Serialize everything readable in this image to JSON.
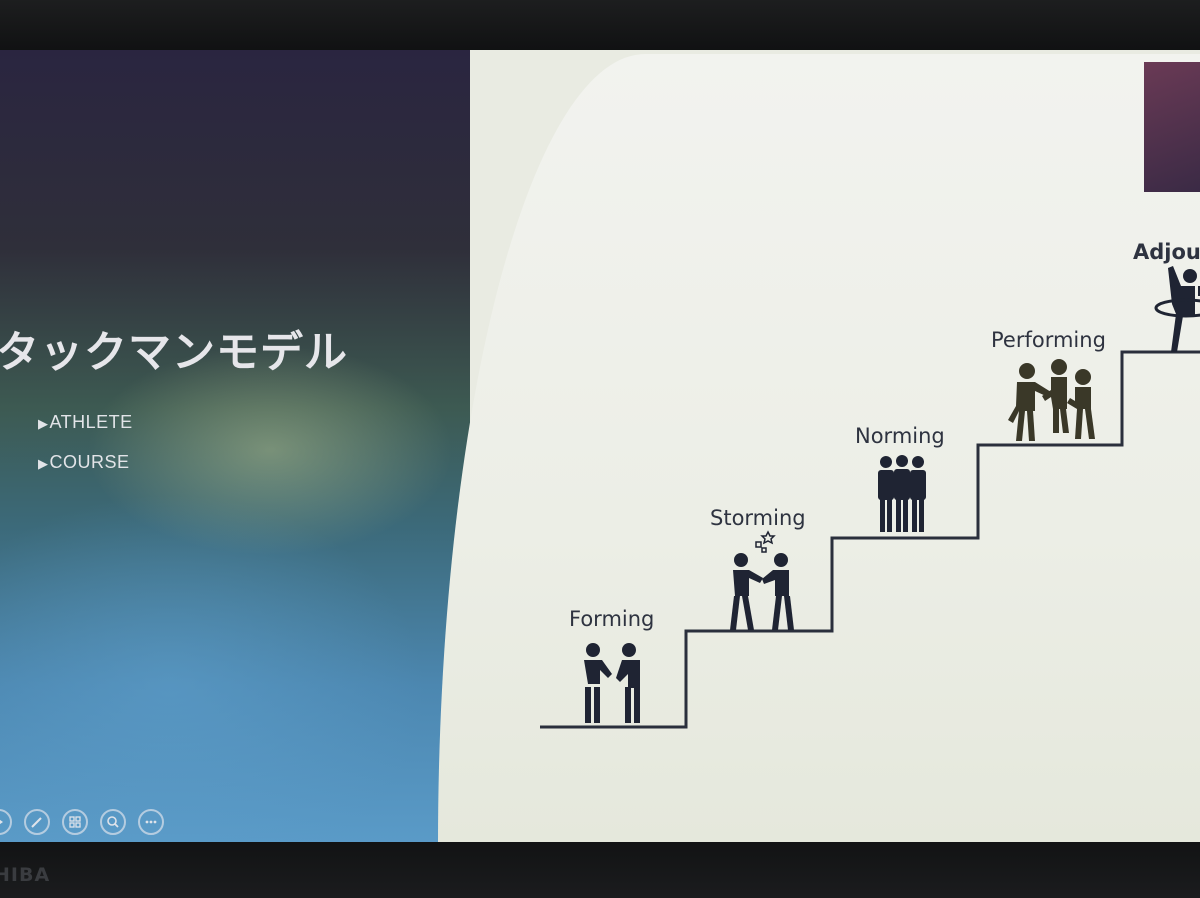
{
  "slide": {
    "title": "タックマンモデル",
    "menu": [
      {
        "label": "ATHLETE"
      },
      {
        "label": "COURSE"
      }
    ]
  },
  "stages": [
    {
      "label": "Forming"
    },
    {
      "label": "Storming"
    },
    {
      "label": "Norming"
    },
    {
      "label": "Performing"
    },
    {
      "label": "Adjour"
    }
  ],
  "slideshow_controls": [
    {
      "icon": "play-icon"
    },
    {
      "icon": "pen-icon"
    },
    {
      "icon": "slides-grid-icon"
    },
    {
      "icon": "zoom-icon"
    },
    {
      "icon": "more-icon"
    }
  ],
  "device": {
    "brand": "HIBA"
  },
  "colors": {
    "ink": "#1f2433",
    "text": "#2e3340"
  }
}
